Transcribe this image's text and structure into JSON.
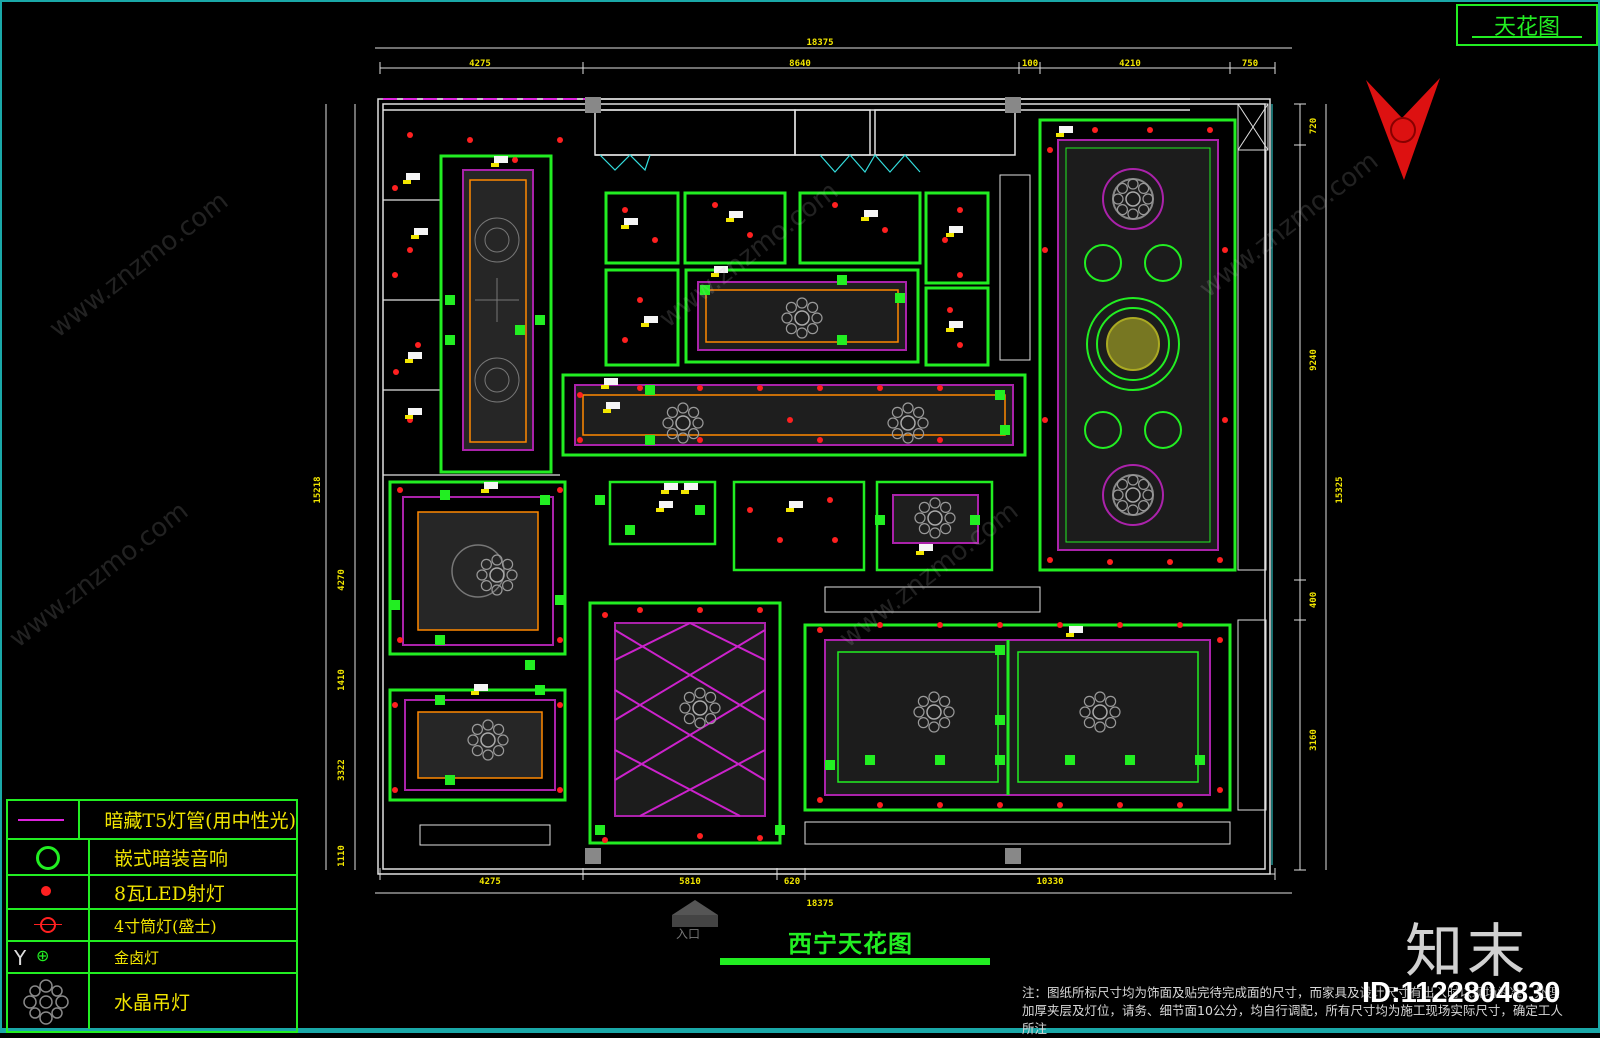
{
  "sheet_title": "天花图",
  "drawing_title": "西宁天花图",
  "entrance_label": "入口",
  "legend": [
    {
      "symbol": "purple-line-icon",
      "label": "暗藏T5灯管(用中性光)"
    },
    {
      "symbol": "green-circle-icon",
      "label": "嵌式暗装音响"
    },
    {
      "symbol": "red-spot-icon",
      "label": "8瓦LED射灯"
    },
    {
      "symbol": "red-crosshair-icon",
      "label": "4寸筒灯(盛士)"
    },
    {
      "symbol": "gold-halide-icon",
      "label": "金卤灯"
    },
    {
      "symbol": "crystal-chandelier-icon",
      "label": "水晶吊灯"
    }
  ],
  "dimensions": {
    "top_total": "18375",
    "top_segments": [
      "4275",
      "8640",
      "100",
      "4210",
      "750"
    ],
    "bottom_total": "18375",
    "bottom_segments": [
      "4275",
      "5810",
      "620",
      "10330"
    ],
    "left_total": "15218",
    "right_total": "15325",
    "right_segments": [
      "720",
      "9240",
      "400",
      "3160"
    ],
    "left_segments": [
      "4270",
      "1410",
      "3322",
      "1110"
    ]
  },
  "note": "注：图纸所标尺寸均为饰面及贴完待完成面的尺寸，而家具及设计尺寸有出入时以现场为准，处理加厚夹层及灯位，请务、细节面10公分，均自行调配，所有尺寸均为施工现场实际尺寸，确定工人所注",
  "watermark": "www.znzmo.com",
  "brand": "知末",
  "image_id": "ID:1122804830",
  "colors": {
    "line": "#22ee22",
    "text": "#f2e600",
    "light": "#ff2020",
    "accent": "#cc22cc"
  }
}
